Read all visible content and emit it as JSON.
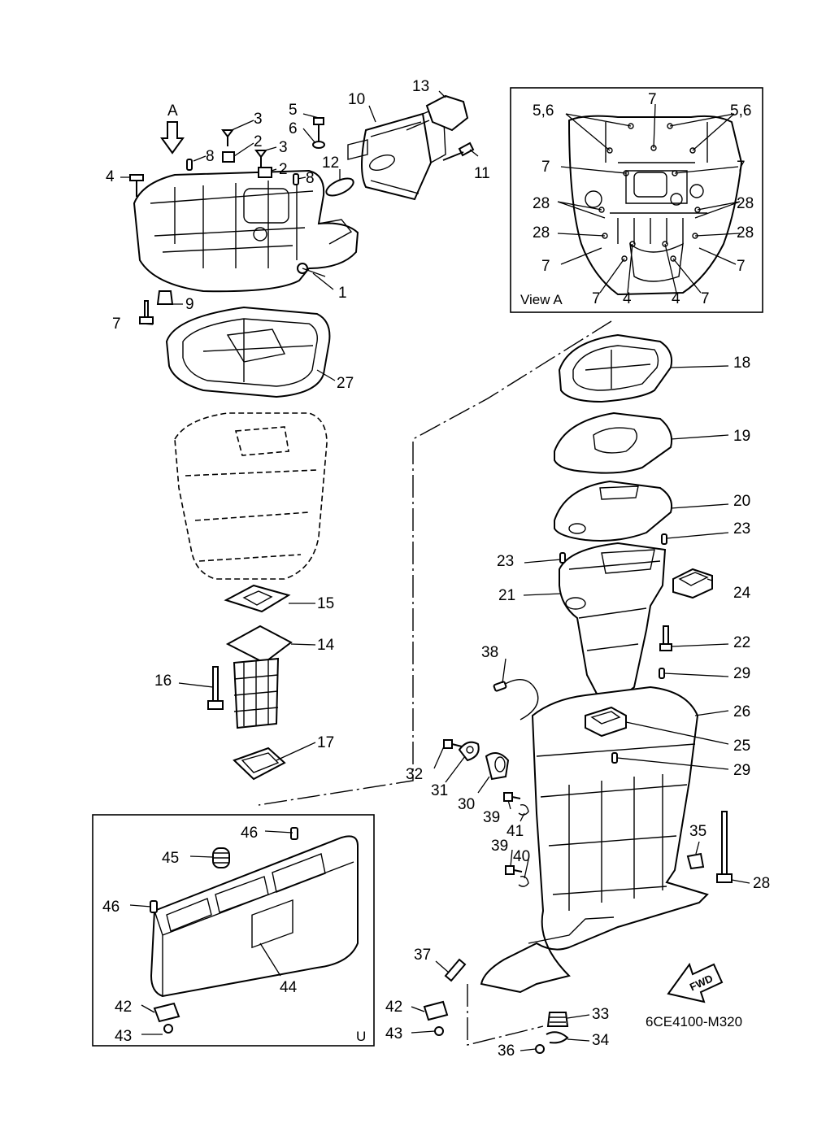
{
  "diagram_code": "6CE4100-M320",
  "view_a": {
    "title": "View A",
    "callouts": [
      "5,6",
      "5,6",
      "7",
      "7",
      "7",
      "28",
      "28",
      "28",
      "28",
      "7",
      "7",
      "7",
      "4",
      "4",
      "7"
    ]
  },
  "view_u": {
    "title": "U"
  },
  "arrow_a_label": "A",
  "fwd_label": "FWD",
  "callouts": {
    "c1": "1",
    "c2a": "2",
    "c2b": "2",
    "c3a": "3",
    "c3b": "3",
    "c4": "4",
    "c5": "5",
    "c6": "6",
    "c7": "7",
    "c8a": "8",
    "c8b": "8",
    "c9": "9",
    "c10": "10",
    "c11": "11",
    "c12": "12",
    "c13": "13",
    "c14": "14",
    "c15": "15",
    "c16": "16",
    "c17": "17",
    "c18": "18",
    "c19": "19",
    "c20": "20",
    "c21": "21",
    "c22": "22",
    "c23a": "23",
    "c23b": "23",
    "c24": "24",
    "c25": "25",
    "c26": "26",
    "c27": "27",
    "c28": "28",
    "c29a": "29",
    "c29b": "29",
    "c30": "30",
    "c31": "31",
    "c32": "32",
    "c33": "33",
    "c34": "34",
    "c35": "35",
    "c36": "36",
    "c37": "37",
    "c38": "38",
    "c39a": "39",
    "c39b": "39",
    "c40": "40",
    "c41": "41",
    "c42a": "42",
    "c42b": "42",
    "c43a": "43",
    "c43b": "43",
    "c44": "44",
    "c45": "45",
    "c46a": "46",
    "c46b": "46"
  }
}
